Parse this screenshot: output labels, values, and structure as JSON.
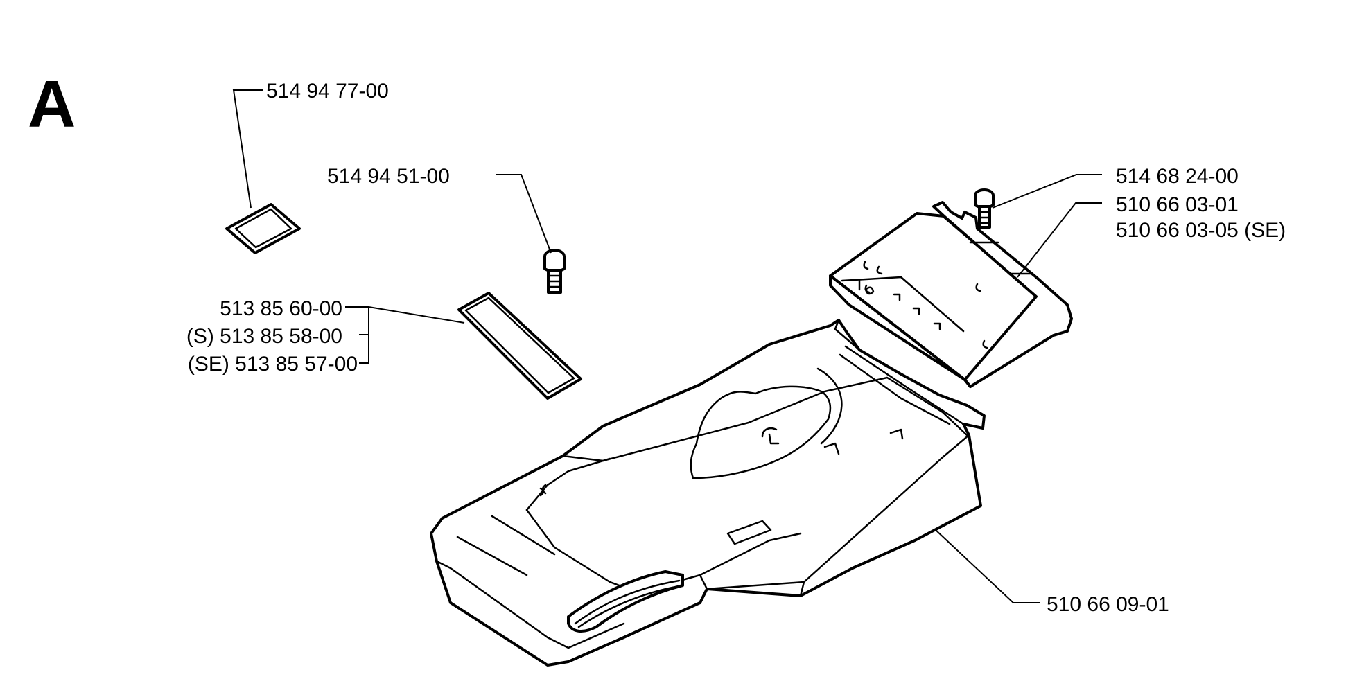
{
  "section_letter": "A",
  "labels": {
    "p1": "514 94 77-00",
    "p2": "514 94 51-00",
    "p3a": "513 85 60-00",
    "p3b": "(S) 513 85 58-00",
    "p3c": "(SE) 513 85 57-00",
    "p4": "514 68 24-00",
    "p5a": "510 66 03-01",
    "p5b": "510 66 03-05 (SE)",
    "p6": "510 66 09-01"
  }
}
